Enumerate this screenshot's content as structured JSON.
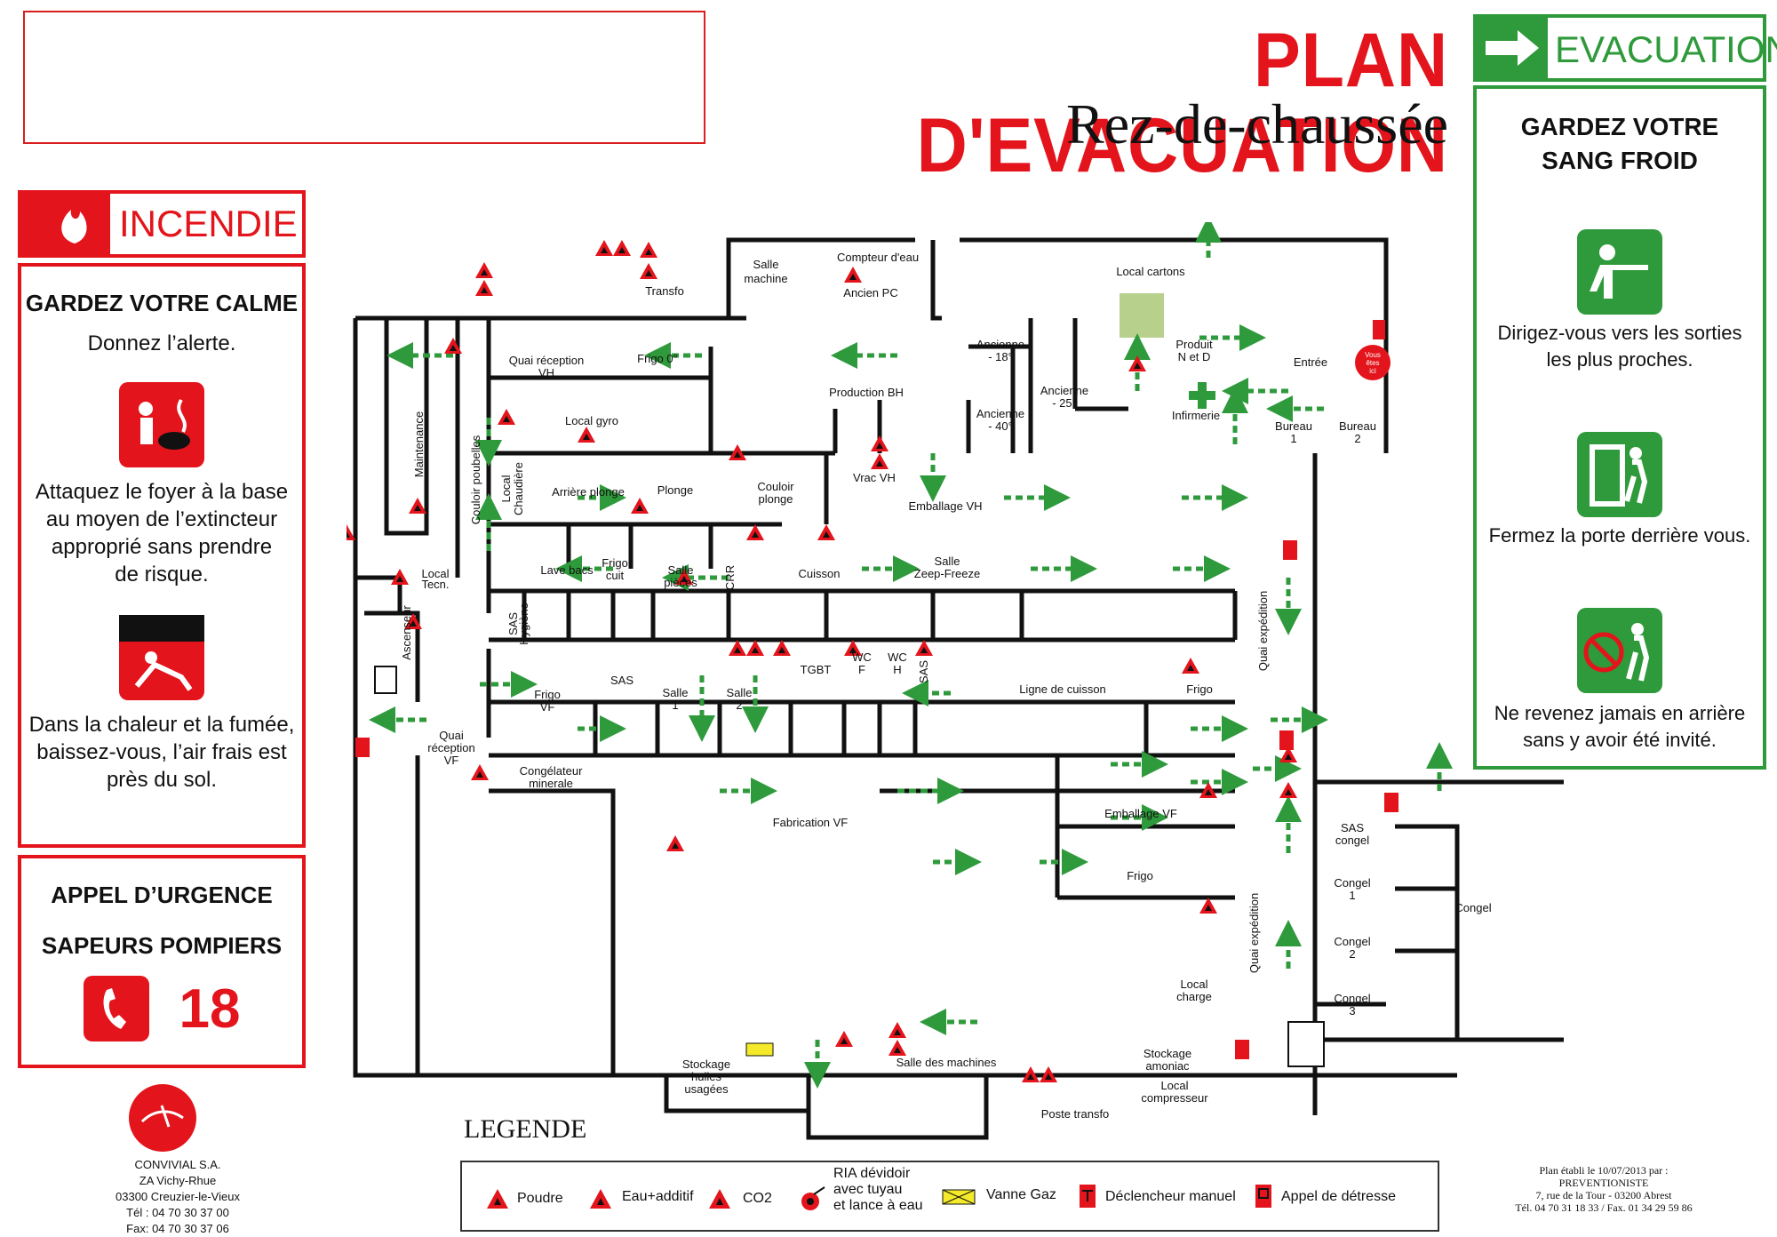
{
  "header": {
    "title": "PLAN D'EVACUATION",
    "subtitle": "Rez-de-chaussée"
  },
  "incendie": {
    "heading": "INCENDIE",
    "calm": "GARDEZ VOTRE CALME",
    "alert": "Donnez l’alerte.",
    "attack_lines": [
      "Attaquez le foyer à la base",
      "au moyen de l’extincteur",
      "approprié sans prendre",
      "de risque."
    ],
    "smoke_lines": [
      "Dans la chaleur et la fumée,",
      "baissez-vous, l’air frais est",
      "près du sol."
    ]
  },
  "urgence": {
    "title": "APPEL D’URGENCE",
    "service": "SAPEURS POMPIERS",
    "number": "18"
  },
  "evacuation": {
    "heading": "EVACUATION",
    "title_lines": [
      "GARDEZ VOTRE",
      "SANG FROID"
    ],
    "step1": [
      "Dirigez-vous vers les sorties",
      "les plus proches."
    ],
    "step2": [
      "Fermez la porte derrière vous."
    ],
    "step3": [
      "Ne revenez jamais en arrière",
      "sans y avoir été invité."
    ]
  },
  "you_are_here": [
    "Vous",
    "êtes",
    "ici"
  ],
  "rooms": {
    "salle_machine": [
      "Salle",
      "machine"
    ],
    "compteur": "Compteur d'eau",
    "transfo": "Transfo",
    "ancien_pc": "Ancien PC",
    "local_cartons": "Local cartons",
    "quai_reception_vh": [
      "Quai réception",
      "VH"
    ],
    "frigo0": "Frigo 0°",
    "production_bh": "Production BH",
    "ancienne18": [
      "Ancienne",
      "- 18°"
    ],
    "ancienne25": [
      "Ancienne",
      "- 25°"
    ],
    "ancienne40": [
      "Ancienne",
      "- 40°"
    ],
    "produit": [
      "Produit",
      "N et D"
    ],
    "entree": "Entrée",
    "infirmerie": "Infirmerie",
    "bureau1": [
      "Bureau",
      "1"
    ],
    "bureau2": [
      "Bureau",
      "2"
    ],
    "maintenance": "Maintenance",
    "couloir_poubelles": "Couloir poubelles",
    "local_gyro": "Local gyro",
    "local_chaudiere": [
      "Local",
      "Chaudière"
    ],
    "arriere_plonge": "Arrière plonge",
    "plonge": "Plonge",
    "couloir_plonge": [
      "Couloir",
      "plonge"
    ],
    "vrac_vh": "Vrac VH",
    "emballage_vh": "Emballage VH",
    "ascenseur": "Ascenseur",
    "local_tecn": [
      "Local",
      "Tecn."
    ],
    "sas_hygiene": [
      "SAS",
      "Hygiène"
    ],
    "lave_bacs": "Lave bacs",
    "frigo_cuit": [
      "Frigo",
      "cuit"
    ],
    "salle_pieces": [
      "Salle",
      "pièces"
    ],
    "crr": "CRR",
    "cuisson": "Cuisson",
    "salle_zeep": [
      "Salle",
      "Zeep-Freeze"
    ],
    "quai_expedition": "Quai expédition",
    "frigo_vf": [
      "Frigo",
      "VF"
    ],
    "sas": "SAS",
    "salle1": [
      "Salle",
      "1"
    ],
    "salle2": [
      "Salle",
      "2"
    ],
    "tgbt": "TGBT",
    "wcf": [
      "WC",
      "F"
    ],
    "wch": [
      "WC",
      "H"
    ],
    "ligne_cuisson": "Ligne de cuisson",
    "frigo": "Frigo",
    "quai_reception_vf": [
      "Quai",
      "réception",
      "VF"
    ],
    "congelateur": [
      "Congélateur",
      "minerale"
    ],
    "fabrication_vf": "Fabrication VF",
    "emballage_vf": "Emballage VF",
    "sas_congel": [
      "SAS",
      "congel"
    ],
    "congel1": [
      "Congel",
      "1"
    ],
    "congel2": [
      "Congel",
      "2"
    ],
    "congel3": [
      "Congel",
      "3"
    ],
    "congel": "Congel",
    "local_charge": [
      "Local",
      "charge"
    ],
    "stockage_huiles": [
      "Stockage",
      "huiles",
      "usagées"
    ],
    "salle_machines": "Salle des machines",
    "stockage_amoniac": [
      "Stockage",
      "amoniac"
    ],
    "local_compresseur": [
      "Local",
      "compresseur"
    ],
    "poste_transfo": "Poste transfo"
  },
  "legend": {
    "title": "LEGENDE",
    "items": [
      "Poudre",
      "Eau+additif",
      "CO2",
      "RIA dévidoir avec tuyau et lance à eau",
      "Vanne Gaz",
      "Déclencheur manuel",
      "Appel  de détresse"
    ],
    "ria_lines": [
      "RIA dévidoir",
      "avec tuyau",
      "et lance à eau"
    ]
  },
  "company": [
    "CONVIVIAL S.A.",
    "ZA Vichy-Rhue",
    "03300 Creuzier-le-Vieux",
    "Tél : 04 70 30 37 00",
    "Fax: 04 70 30 37 06"
  ],
  "credit": [
    "Plan établi le 10/07/2013 par :",
    "PREVENTIONISTE",
    "7, rue de la Tour - 03200 Abrest",
    "Tél. 04 70 31 18 33 / Fax. 01 34 29 59 86"
  ],
  "colors": {
    "red": "#e3141b",
    "green": "#2e9a3b"
  }
}
